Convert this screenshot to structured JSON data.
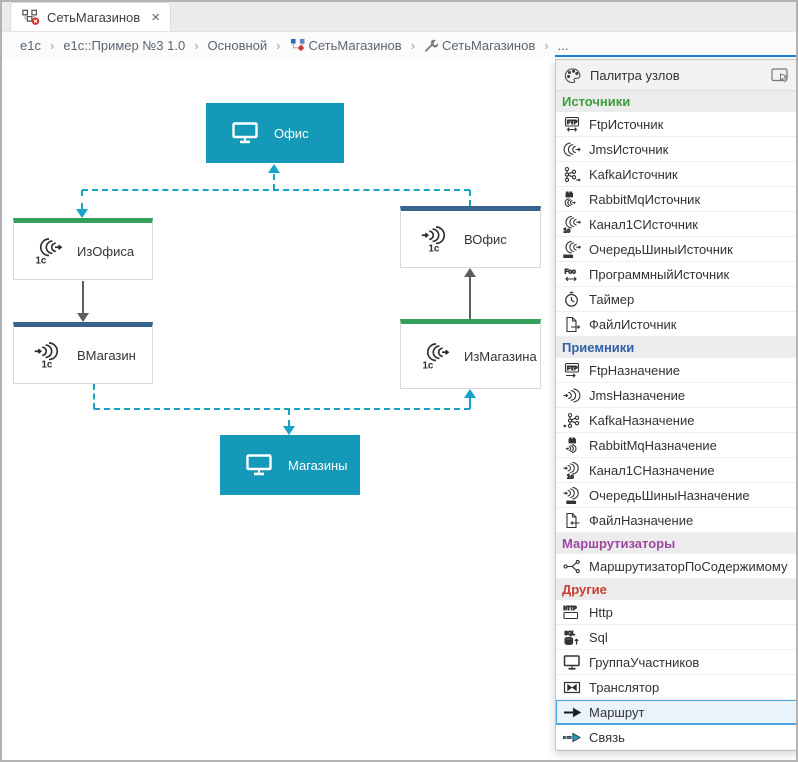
{
  "tab": {
    "title": "СетьМагазинов",
    "close": "×"
  },
  "breadcrumb": {
    "separator": "›",
    "items": [
      {
        "label": "e1c"
      },
      {
        "label": "e1c::Пример №3 1.0"
      },
      {
        "label": "Основной"
      },
      {
        "label": "СетьМагазинов",
        "icon": "flow-color-icon"
      },
      {
        "label": "СетьМагазинов",
        "icon": "wrench-icon"
      },
      {
        "label": "..."
      }
    ]
  },
  "diagram": {
    "nodes": {
      "office": {
        "label": "Офис",
        "type": "participants-group"
      },
      "from_office": {
        "label": "ИзОфиса",
        "type": "channel-1c-source"
      },
      "to_store": {
        "label": "ВМагазин",
        "type": "channel-1c-destination"
      },
      "to_office": {
        "label": "ВОфис",
        "type": "channel-1c-destination"
      },
      "from_store": {
        "label": "ИзМагазина",
        "type": "channel-1c-source"
      },
      "stores": {
        "label": "Магазины",
        "type": "participants-group"
      }
    },
    "connections": [
      {
        "from": "office",
        "to": "from_office",
        "type": "link"
      },
      {
        "from": "to_office",
        "to": "office",
        "type": "link"
      },
      {
        "from": "from_office",
        "to": "to_store",
        "type": "route"
      },
      {
        "from": "to_store",
        "to": "stores",
        "type": "link"
      },
      {
        "from": "stores",
        "to": "from_store",
        "type": "link"
      },
      {
        "from": "from_store",
        "to": "to_office",
        "type": "route"
      }
    ]
  },
  "palette": {
    "title": "Палитра узлов",
    "sections": [
      {
        "label": "Источники",
        "color": "#3c9e3c",
        "items": [
          {
            "label": "FtpИсточник"
          },
          {
            "label": "JmsИсточник"
          },
          {
            "label": "KafkaИсточник"
          },
          {
            "label": "RabbitMqИсточник"
          },
          {
            "label": "Канал1СИсточник"
          },
          {
            "label": "ОчередьШиныИсточник"
          },
          {
            "label": "ПрограммныйИсточник"
          },
          {
            "label": "Таймер"
          },
          {
            "label": "ФайлИсточник"
          }
        ]
      },
      {
        "label": "Приемники",
        "color": "#2f62a7",
        "items": [
          {
            "label": "FtpНазначение"
          },
          {
            "label": "JmsНазначение"
          },
          {
            "label": "KafkaНазначение"
          },
          {
            "label": "RabbitMqНазначение"
          },
          {
            "label": "Канал1СНазначение"
          },
          {
            "label": "ОчередьШиныНазначение"
          },
          {
            "label": "ФайлНазначение"
          }
        ]
      },
      {
        "label": "Маршрутизаторы",
        "color": "#a046a0",
        "items": [
          {
            "label": "МаршрутизаторПоСодержимому"
          }
        ]
      },
      {
        "label": "Другие",
        "color": "#c83c32",
        "items": [
          {
            "label": "Http"
          },
          {
            "label": "Sql"
          },
          {
            "label": "ГруппаУчастников"
          },
          {
            "label": "Транслятор"
          },
          {
            "label": "Маршрут",
            "selected": true
          },
          {
            "label": "Связь"
          }
        ]
      }
    ]
  },
  "colors": {
    "group_node": "#1499B8",
    "source_bar": "#35a05a",
    "destination_bar": "#38638F",
    "link_line": "#17A2C6",
    "route_line": "#5a5f63",
    "selection": "#4da3df",
    "breadcrumb_focus": "#1e7fd6"
  }
}
